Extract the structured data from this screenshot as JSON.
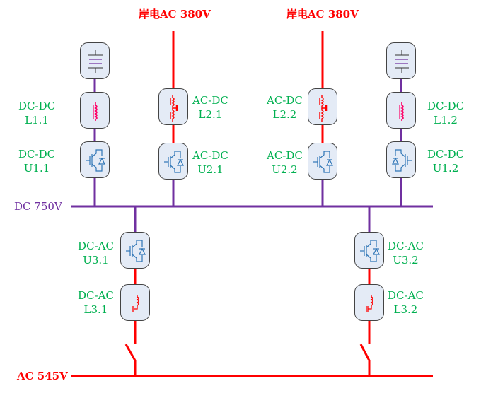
{
  "colors": {
    "ac": "#ff0000",
    "dc": "#7030a0",
    "label": "#00b050",
    "igbt": "#2e75b6",
    "inductor_dc": "#ff0066",
    "box_fill": "#e4ebf6"
  },
  "sources": [
    {
      "id": "shore1",
      "label": "岸电AC 380V"
    },
    {
      "id": "shore2",
      "label": "岸电AC 380V"
    }
  ],
  "buses": {
    "dc": {
      "label": "DC 750V"
    },
    "ac": {
      "label": "AC 545V"
    }
  },
  "modules": [
    {
      "id": "bat1",
      "type": "battery",
      "label": ""
    },
    {
      "id": "l11",
      "type": "inductor-dc",
      "label": "DC-DC\nL1.1"
    },
    {
      "id": "u11",
      "type": "igbt",
      "label": "DC-DC\nU1.1"
    },
    {
      "id": "l21",
      "type": "inductor-ac",
      "label": "AC-DC\nL2.1"
    },
    {
      "id": "u21",
      "type": "igbt",
      "label": "AC-DC\nU2.1"
    },
    {
      "id": "l22",
      "type": "inductor-ac",
      "label": "AC-DC\nL2.2"
    },
    {
      "id": "u22",
      "type": "igbt",
      "label": "AC-DC\nU2.2"
    },
    {
      "id": "bat2",
      "type": "battery",
      "label": ""
    },
    {
      "id": "l12",
      "type": "inductor-dc",
      "label": "DC-DC\nL1.2"
    },
    {
      "id": "u12",
      "type": "igbt",
      "label": "DC-DC\nU1.2"
    },
    {
      "id": "u31",
      "type": "igbt",
      "label": "DC-AC\nU3.1"
    },
    {
      "id": "l31",
      "type": "inductor-out",
      "label": "DC-AC\nL3.1"
    },
    {
      "id": "u32",
      "type": "igbt",
      "label": "DC-AC\nU3.2"
    },
    {
      "id": "l32",
      "type": "inductor-out",
      "label": "DC-AC\nL3.2"
    }
  ],
  "switches": [
    {
      "id": "sw1",
      "state": "open"
    },
    {
      "id": "sw2",
      "state": "open"
    }
  ]
}
